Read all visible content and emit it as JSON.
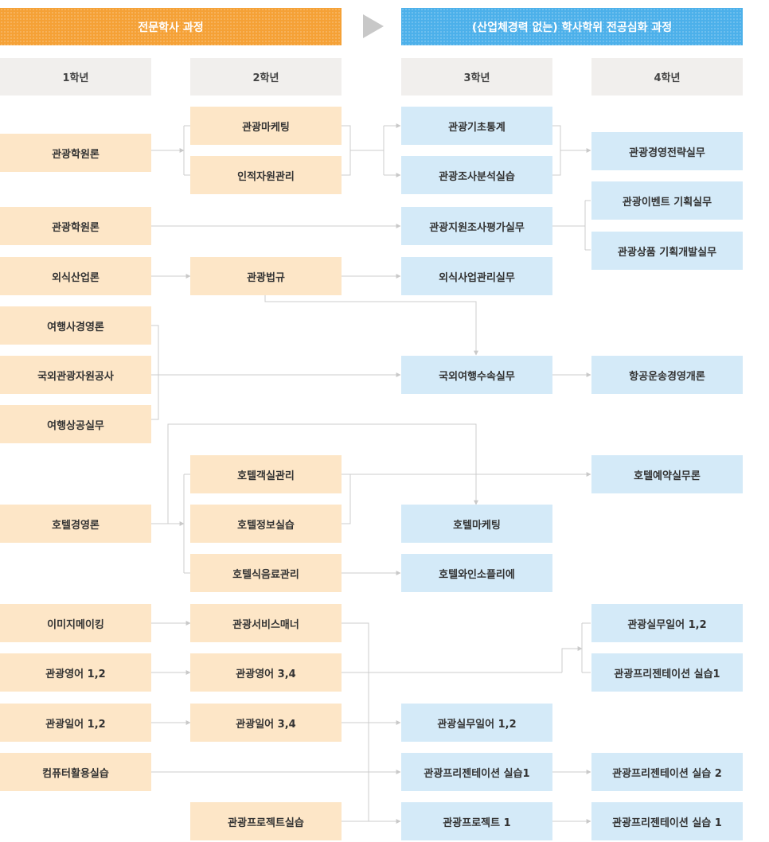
{
  "banners": {
    "left": "전문학사 과정",
    "right": "(산업체경력 없는) 학사학위 전공심화 과정"
  },
  "years": [
    "1학년",
    "2학년",
    "3학년",
    "4학년"
  ],
  "courses": {
    "y1": [
      "관광학원론",
      "관광학원론",
      "외식산업론",
      "여행사경영론",
      "국외관광자원공사",
      "여행상공실무",
      "호텔경영론",
      "이미지메이킹",
      "관광영어 1,2",
      "관광일어 1,2",
      "컴퓨터활용실습"
    ],
    "y2": [
      "관광마케팅",
      "인적자원관리",
      "관광법규",
      "호텔객실관리",
      "호텔정보실습",
      "호텔식음료관리",
      "관광서비스매너",
      "관광영어 3,4",
      "관광일어 3,4",
      "관광프로젝트실습"
    ],
    "y3": [
      "관광기초통계",
      "관광조사분석실습",
      "관광지원조사평가실무",
      "외식사업관리실무",
      "국외여행수속실무",
      "호텔마케팅",
      "호텔와인소플리에",
      "관광실무일어 1,2",
      "관광프리젠테이션 실습1",
      "관광프로젝트 1"
    ],
    "y4": [
      "관광경영전략실무",
      "관광이벤트 기획실무",
      "관광상품 기획개발실무",
      "항공운송경영개론",
      "호텔예약실무론",
      "관광실무일어 1,2",
      "관광프리젠테이션 실습1",
      "관광프리젠테이션 실습 2",
      "관광프리젠테이션 실습 1"
    ]
  },
  "colors": {
    "orange_banner": "#f5a136",
    "blue_banner": "#4cb0ea",
    "orange_box": "#fde6c7",
    "blue_box": "#d4eaf8",
    "year_header": "#f1efed",
    "connector": "#cccccc"
  }
}
